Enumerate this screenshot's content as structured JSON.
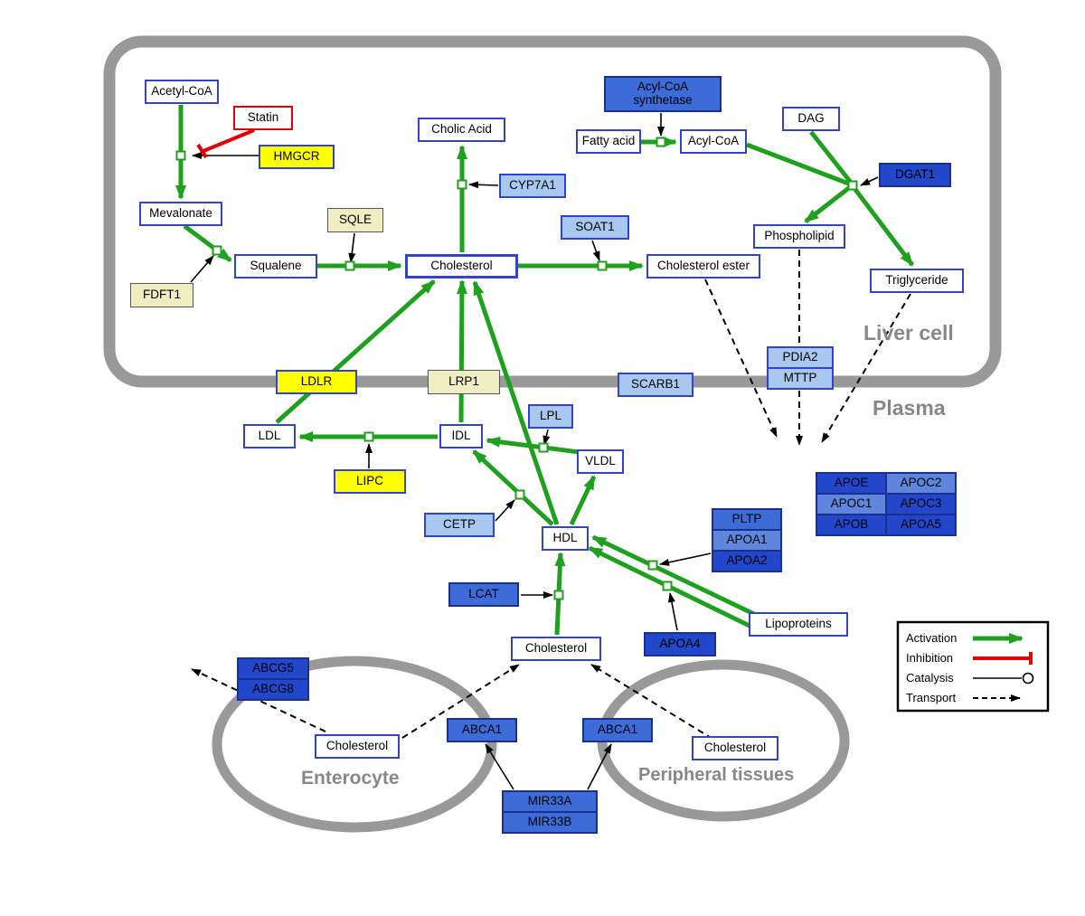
{
  "diagram": {
    "compartments": {
      "liver": "Liver cell",
      "plasma": "Plasma",
      "enterocyte": "Enterocyte",
      "peripheral": "Peripheral tissues"
    },
    "nodes": {
      "acetyl_coa": "Acetyl-CoA",
      "statin": "Statin",
      "hmgcr": "HMGCR",
      "mevalonate": "Mevalonate",
      "sqle": "SQLE",
      "fdft1": "FDFT1",
      "squalene": "Squalene",
      "cholesterol_liver": "Cholesterol",
      "cholic_acid": "Cholic Acid",
      "cyp7a1": "CYP7A1",
      "soat1": "SOAT1",
      "cholesterol_ester": "Cholesterol ester",
      "acyl_coa_synthetase": "Acyl-CoA synthetase",
      "fatty_acid": "Fatty acid",
      "acyl_coa": "Acyl-CoA",
      "dag": "DAG",
      "dgat1": "DGAT1",
      "phospholipid": "Phospholipid",
      "triglyceride": "Triglyceride",
      "pdia2": "PDIA2",
      "mttp": "MTTP",
      "ldlr": "LDLR",
      "lrp1": "LRP1",
      "scarb1": "SCARB1",
      "ldl": "LDL",
      "idl": "IDL",
      "lpl": "LPL",
      "vldl": "VLDL",
      "lipc": "LIPC",
      "cetp": "CETP",
      "hdl": "HDL",
      "pltp": "PLTP",
      "apoa1": "APOA1",
      "apoa2": "APOA2",
      "lcat": "LCAT",
      "apoa4": "APOA4",
      "lipoproteins": "Lipoproteins",
      "cholesterol_plasma": "Cholesterol",
      "apoe": "APOE",
      "apoc2": "APOC2",
      "apoc1": "APOC1",
      "apoc3": "APOC3",
      "apob": "APOB",
      "apoa5": "APOA5",
      "abcg5": "ABCG5",
      "abcg8": "ABCG8",
      "cholesterol_enterocyte": "Cholesterol",
      "abca1_enterocyte": "ABCA1",
      "abca1_peripheral": "ABCA1",
      "cholesterol_peripheral": "Cholesterol",
      "mir33a": "MIR33A",
      "mir33b": "MIR33B"
    },
    "legend": {
      "activation": "Activation",
      "inhibition": "Inhibition",
      "catalysis": "Catalysis",
      "transport": "Transport"
    },
    "colors": {
      "activation_green": "#1FA01F",
      "inhibition_red": "#E20000",
      "metabolite_border_blue": "#3344CC",
      "membrane_gray": "#999999",
      "gene_yellow": "#FFFF00",
      "gene_pale_yellow": "#EFEDC2",
      "gene_light_blue": "#A8C8F0",
      "gene_blue": "#3D6BD8",
      "gene_medium_blue": "#5E86DC",
      "gene_dark_blue": "#2247CB"
    }
  }
}
